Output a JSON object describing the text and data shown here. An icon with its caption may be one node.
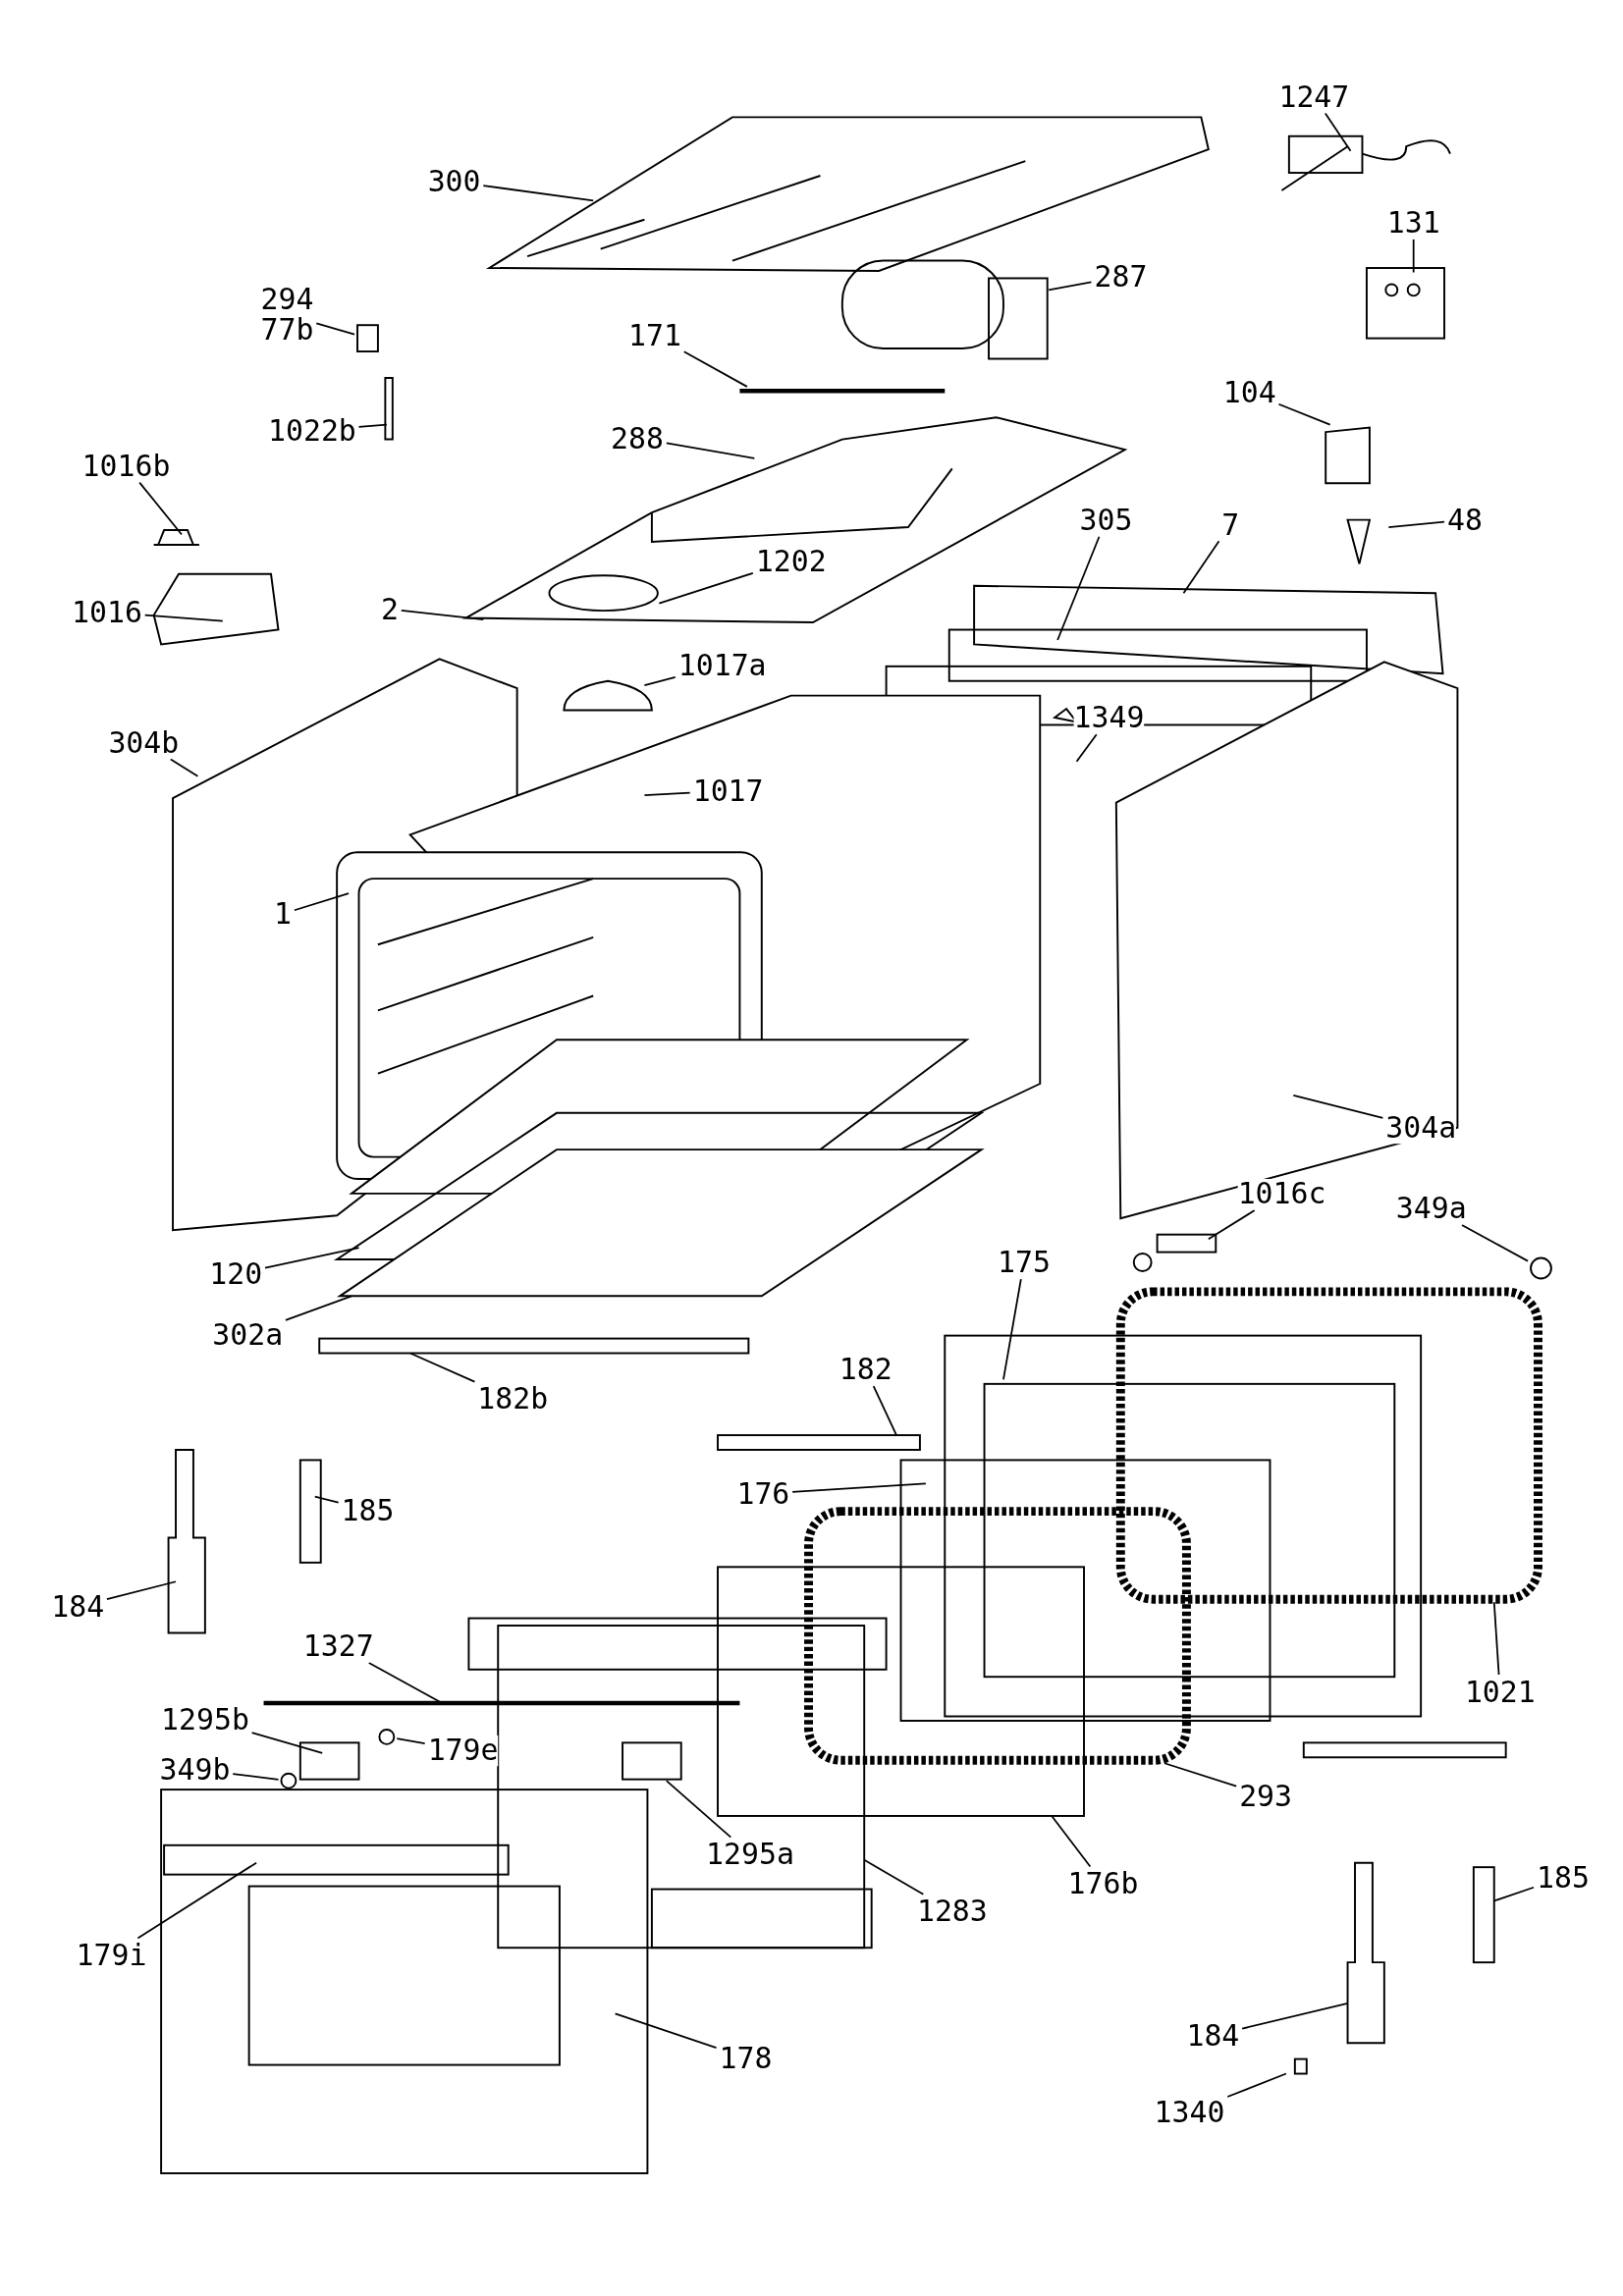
{
  "diagram": {
    "nodes": [
      {
        "text": [
          "300"
        ]
      },
      {
        "text": [
          "1247"
        ]
      },
      {
        "text": [
          "131"
        ]
      },
      {
        "text": [
          "287"
        ]
      },
      {
        "text": [
          "294",
          "77b"
        ]
      },
      {
        "text": [
          "171"
        ]
      },
      {
        "text": [
          "104"
        ]
      },
      {
        "text": [
          "1022b"
        ]
      },
      {
        "text": [
          "288"
        ]
      },
      {
        "text": [
          "1016b"
        ]
      },
      {
        "text": [
          "48"
        ]
      },
      {
        "text": [
          "305"
        ]
      },
      {
        "text": [
          "7"
        ]
      },
      {
        "text": [
          "1202"
        ]
      },
      {
        "text": [
          "2"
        ]
      },
      {
        "text": [
          "1016"
        ]
      },
      {
        "text": [
          "1017a"
        ]
      },
      {
        "text": [
          "1349"
        ]
      },
      {
        "text": [
          "304b"
        ]
      },
      {
        "text": [
          "1017"
        ]
      },
      {
        "text": [
          "1"
        ]
      },
      {
        "text": [
          "304a"
        ]
      },
      {
        "text": [
          "1016c"
        ]
      },
      {
        "text": [
          "349a"
        ]
      },
      {
        "text": [
          "175"
        ]
      },
      {
        "text": [
          "120"
        ]
      },
      {
        "text": [
          "302a"
        ]
      },
      {
        "text": [
          "182"
        ]
      },
      {
        "text": [
          "182b"
        ]
      },
      {
        "text": [
          "176"
        ]
      },
      {
        "text": [
          "185"
        ]
      },
      {
        "text": [
          "184"
        ]
      },
      {
        "text": [
          "1327"
        ]
      },
      {
        "text": [
          "1021"
        ]
      },
      {
        "text": [
          "1295b"
        ]
      },
      {
        "text": [
          "179e"
        ]
      },
      {
        "text": [
          "349b"
        ]
      },
      {
        "text": [
          "293"
        ]
      },
      {
        "text": [
          "1295a"
        ]
      },
      {
        "text": [
          "176b"
        ]
      },
      {
        "text": [
          "185"
        ]
      },
      {
        "text": [
          "1283"
        ]
      },
      {
        "text": [
          "179i"
        ]
      },
      {
        "text": [
          "184"
        ]
      },
      {
        "text": [
          "178"
        ]
      },
      {
        "text": [
          "1340"
        ]
      },
      {
        "text": [],
        "shape": "box"
      },
      {
        "text": [],
        "shape": "circle"
      },
      {
        "text": [],
        "shape": "circle"
      },
      {
        "text": [],
        "shape": "circle"
      }
    ],
    "edges": [
      {
        "from": 0,
        "to": null,
        "arrow": "none"
      },
      {
        "from": 1,
        "to": null,
        "arrow": "none"
      },
      {
        "from": 2,
        "to": null,
        "arrow": "none"
      },
      {
        "from": 3,
        "to": null,
        "arrow": "none"
      },
      {
        "from": 4,
        "to": 46,
        "arrow": "none"
      },
      {
        "from": 5,
        "to": null,
        "arrow": "none"
      },
      {
        "from": 6,
        "to": null,
        "arrow": "none"
      },
      {
        "from": 7,
        "to": null,
        "arrow": "none"
      },
      {
        "from": 8,
        "to": null,
        "arrow": "none"
      },
      {
        "from": 9,
        "to": null,
        "arrow": "none"
      },
      {
        "from": 10,
        "to": null,
        "arrow": "none"
      },
      {
        "from": 11,
        "to": null,
        "arrow": "none"
      },
      {
        "from": 12,
        "to": null,
        "arrow": "none"
      },
      {
        "from": 13,
        "to": null,
        "arrow": "none"
      },
      {
        "from": 14,
        "to": null,
        "arrow": "none"
      },
      {
        "from": 15,
        "to": null,
        "arrow": "none"
      },
      {
        "from": 16,
        "to": null,
        "arrow": "none"
      },
      {
        "from": 17,
        "to": null,
        "arrow": "none"
      },
      {
        "from": 18,
        "to": null,
        "arrow": "none"
      },
      {
        "from": 19,
        "to": null,
        "arrow": "none"
      },
      {
        "from": 20,
        "to": null,
        "arrow": "none"
      },
      {
        "from": 21,
        "to": null,
        "arrow": "none"
      },
      {
        "from": 22,
        "to": null,
        "arrow": "none"
      },
      {
        "from": 23,
        "to": 47,
        "arrow": "none"
      },
      {
        "from": 24,
        "to": null,
        "arrow": "none"
      },
      {
        "from": 25,
        "to": null,
        "arrow": "none"
      },
      {
        "from": 26,
        "to": null,
        "arrow": "none"
      },
      {
        "from": 27,
        "to": null,
        "arrow": "none"
      },
      {
        "from": 28,
        "to": null,
        "arrow": "none"
      },
      {
        "from": 29,
        "to": null,
        "arrow": "none"
      },
      {
        "from": 30,
        "to": null,
        "arrow": "none"
      },
      {
        "from": 31,
        "to": null,
        "arrow": "none"
      },
      {
        "from": 32,
        "to": null,
        "arrow": "none"
      },
      {
        "from": 33,
        "to": null,
        "arrow": "none"
      },
      {
        "from": 34,
        "to": null,
        "arrow": "none"
      },
      {
        "from": 35,
        "to": 48,
        "arrow": "none"
      },
      {
        "from": 36,
        "to": 49,
        "arrow": "none"
      },
      {
        "from": 37,
        "to": null,
        "arrow": "none"
      },
      {
        "from": 38,
        "to": null,
        "arrow": "none"
      },
      {
        "from": 39,
        "to": null,
        "arrow": "none"
      },
      {
        "from": 40,
        "to": null,
        "arrow": "none"
      },
      {
        "from": 41,
        "to": null,
        "arrow": "none"
      },
      {
        "from": 42,
        "to": null,
        "arrow": "none"
      },
      {
        "from": 43,
        "to": null,
        "arrow": "none"
      },
      {
        "from": 44,
        "to": null,
        "arrow": "none"
      },
      {
        "from": 45,
        "to": null,
        "arrow": "none"
      }
    ]
  }
}
